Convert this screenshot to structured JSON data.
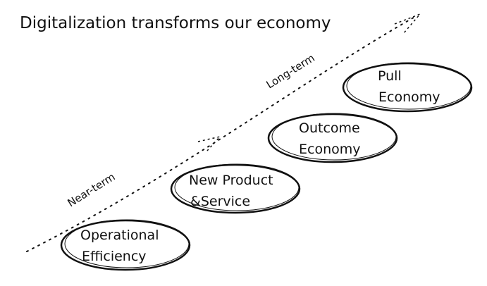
{
  "title": "Digitalization transforms our economy",
  "axis_labels": {
    "near_term": "Near-term",
    "long_term": "Long-term"
  },
  "stages": [
    {
      "line1": "Operational",
      "line2": "Efficiency"
    },
    {
      "line1": "New Product",
      "line2": "&Service"
    },
    {
      "line1": "Outcome",
      "line2": "Economy"
    },
    {
      "line1": "Pull",
      "line2": "Economy"
    }
  ],
  "colors": {
    "ink": "#111111",
    "background": "#ffffff"
  }
}
